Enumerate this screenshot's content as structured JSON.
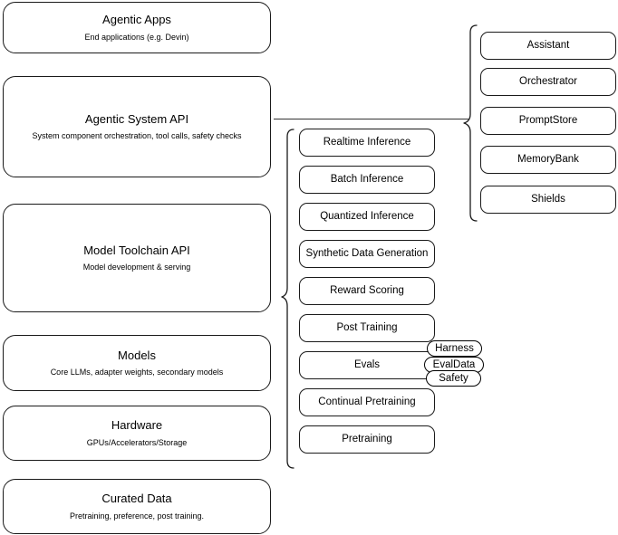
{
  "diagram": {
    "type": "layered-architecture-diagram",
    "background_color": "#ffffff",
    "stroke_color": "#1a1a1a",
    "text_color": "#000000"
  },
  "layers": [
    {
      "id": "agentic-apps",
      "title": "Agentic Apps",
      "subtitle": "End applications (e.g. Devin)"
    },
    {
      "id": "agentic-system-api",
      "title": "Agentic System API",
      "subtitle": "System component orchestration, tool calls, safety checks"
    },
    {
      "id": "model-toolchain-api",
      "title": "Model Toolchain API",
      "subtitle": "Model development & serving"
    },
    {
      "id": "models",
      "title": "Models",
      "subtitle": "Core LLMs, adapter weights, secondary models"
    },
    {
      "id": "hardware",
      "title": "Hardware",
      "subtitle": "GPUs/Accelerators/Storage"
    },
    {
      "id": "curated-data",
      "title": "Curated Data",
      "subtitle": "Pretraining, preference, post training."
    }
  ],
  "toolchain_capabilities": [
    {
      "id": "realtime-inference",
      "label": "Realtime Inference"
    },
    {
      "id": "batch-inference",
      "label": "Batch Inference"
    },
    {
      "id": "quantized-inference",
      "label": "Quantized Inference"
    },
    {
      "id": "synthetic-data-generation",
      "label": "Synthetic Data Generation"
    },
    {
      "id": "reward-scoring",
      "label": "Reward Scoring"
    },
    {
      "id": "post-training",
      "label": "Post Training"
    },
    {
      "id": "evals",
      "label": "Evals"
    },
    {
      "id": "continual-pretraining",
      "label": "Continual Pretraining"
    },
    {
      "id": "pretraining",
      "label": "Pretraining"
    }
  ],
  "evals_tags": [
    {
      "id": "harness",
      "label": "Harness"
    },
    {
      "id": "evaldata",
      "label": "EvalData"
    },
    {
      "id": "safety",
      "label": "Safety"
    }
  ],
  "system_components": [
    {
      "id": "assistant",
      "label": "Assistant"
    },
    {
      "id": "orchestrator",
      "label": "Orchestrator"
    },
    {
      "id": "promptstore",
      "label": "PromptStore"
    },
    {
      "id": "memorybank",
      "label": "MemoryBank"
    },
    {
      "id": "shields",
      "label": "Shields"
    }
  ]
}
